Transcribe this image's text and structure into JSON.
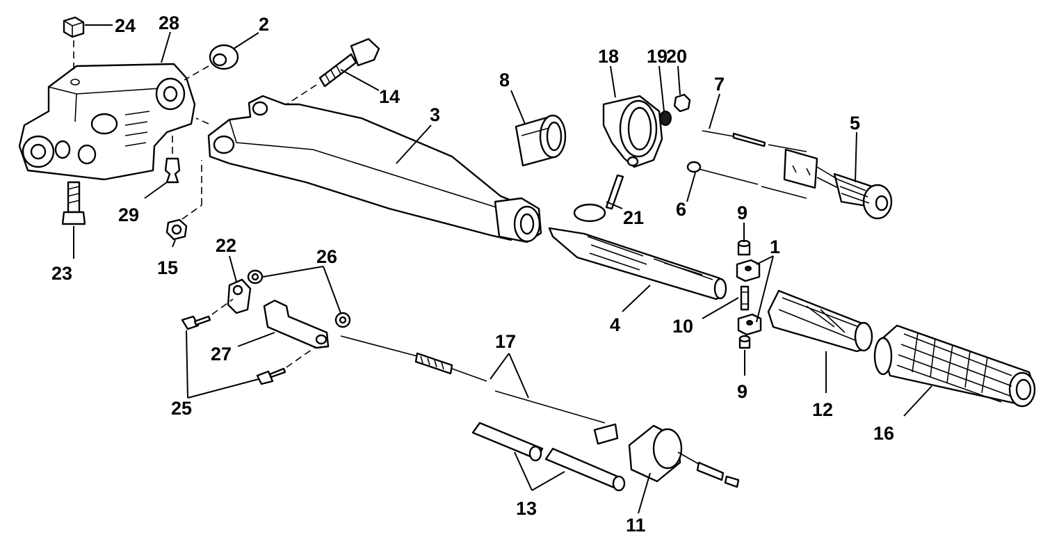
{
  "callouts": [
    {
      "id": "24",
      "label": "24"
    },
    {
      "id": "28",
      "label": "28"
    },
    {
      "id": "2",
      "label": "2"
    },
    {
      "id": "14",
      "label": "14"
    },
    {
      "id": "3",
      "label": "3"
    },
    {
      "id": "8",
      "label": "8"
    },
    {
      "id": "18",
      "label": "18"
    },
    {
      "id": "19",
      "label": "19"
    },
    {
      "id": "20",
      "label": "20"
    },
    {
      "id": "7",
      "label": "7"
    },
    {
      "id": "5",
      "label": "5"
    },
    {
      "id": "29",
      "label": "29"
    },
    {
      "id": "23",
      "label": "23"
    },
    {
      "id": "15",
      "label": "15"
    },
    {
      "id": "22",
      "label": "22"
    },
    {
      "id": "26",
      "label": "26"
    },
    {
      "id": "21",
      "label": "21"
    },
    {
      "id": "6",
      "label": "6"
    },
    {
      "id": "9a",
      "label": "9"
    },
    {
      "id": "1",
      "label": "1"
    },
    {
      "id": "4",
      "label": "4"
    },
    {
      "id": "10",
      "label": "10"
    },
    {
      "id": "9b",
      "label": "9"
    },
    {
      "id": "12",
      "label": "12"
    },
    {
      "id": "16",
      "label": "16"
    },
    {
      "id": "27",
      "label": "27"
    },
    {
      "id": "17",
      "label": "17"
    },
    {
      "id": "25",
      "label": "25"
    },
    {
      "id": "13",
      "label": "13"
    },
    {
      "id": "11",
      "label": "11"
    }
  ]
}
